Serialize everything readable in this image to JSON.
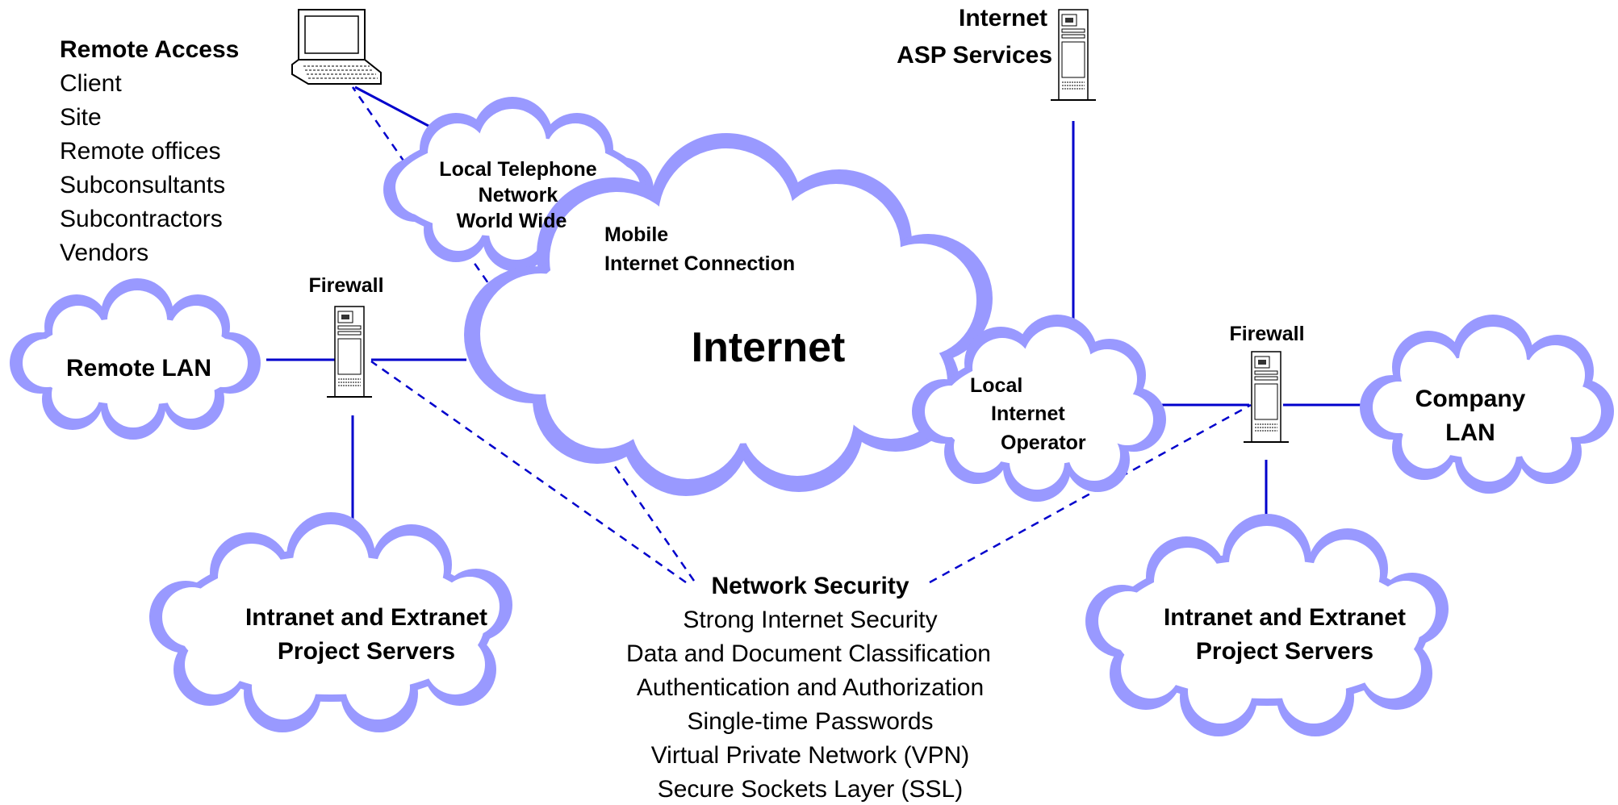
{
  "remote_access": {
    "title": "Remote Access",
    "items": [
      "Client",
      "Site",
      "Remote offices",
      "Subconsultants",
      "Subcontractors",
      "Vendors"
    ]
  },
  "internet_asp": {
    "line1": "Internet",
    "line2": "ASP Services"
  },
  "telephone_cloud": {
    "line1": "Local Telephone",
    "line2": "Network",
    "line3": "World Wide"
  },
  "mobile": {
    "line1": "Mobile",
    "line2": "Internet Connection"
  },
  "internet_cloud": {
    "label": "Internet"
  },
  "firewall_left": {
    "label": "Firewall"
  },
  "firewall_right": {
    "label": "Firewall"
  },
  "remote_lan": {
    "label": "Remote LAN"
  },
  "local_operator": {
    "line1": "Local",
    "line2": "Internet",
    "line3": "Operator"
  },
  "company_lan": {
    "line1": "Company",
    "line2": "LAN"
  },
  "intranet_left": {
    "line1": "Intranet and Extranet",
    "line2": "Project Servers"
  },
  "intranet_right": {
    "line1": "Intranet and Extranet",
    "line2": "Project Servers"
  },
  "network_security": {
    "title": "Network Security",
    "items": [
      "Strong Internet Security",
      "Data and Document Classification",
      "Authentication and Authorization",
      "Single-time Passwords",
      "Virtual Private Network  (VPN)",
      "Secure Sockets Layer (SSL)"
    ]
  },
  "colors": {
    "cloud_fill": "#9999ff",
    "cloud_inner": "#ffffff",
    "line": "#0000cc",
    "text": "#000000"
  },
  "icons": [
    "laptop-icon",
    "server-tower-icon"
  ]
}
